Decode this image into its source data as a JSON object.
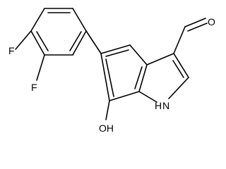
{
  "molecule": {
    "atoms": {
      "f_top": "F",
      "f_bottom": "F",
      "oxygen_aldehyde": "O",
      "nh": "H",
      "n": "N",
      "hydroxyl": "OH"
    }
  }
}
